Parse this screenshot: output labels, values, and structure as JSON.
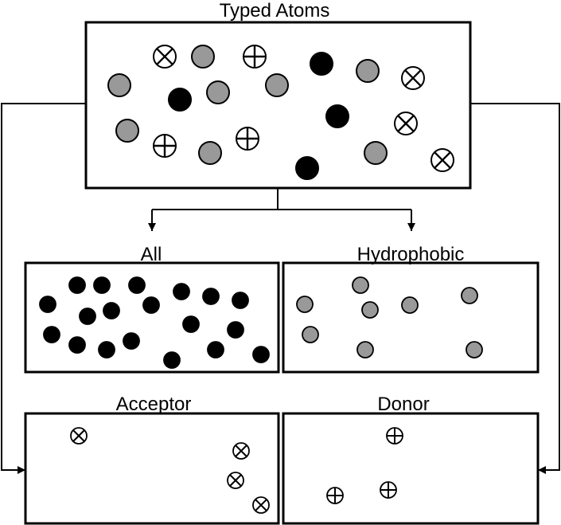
{
  "labels": {
    "typed_atoms": "Typed Atoms",
    "all": "All",
    "hydrophobic": "Hydrophobic",
    "acceptor": "Acceptor",
    "donor": "Donor"
  },
  "atom_types": {
    "black": {
      "fill": "#000000",
      "glyph": "none"
    },
    "gray": {
      "fill": "#999999",
      "glyph": "none"
    },
    "acceptor": {
      "fill": "#ffffff",
      "glyph": "circled-times"
    },
    "donor": {
      "fill": "#ffffff",
      "glyph": "circled-plus"
    }
  },
  "colors": {
    "stroke": "#000000",
    "black_atom": "#000000",
    "gray_atom": "#999999",
    "background": "#ffffff"
  }
}
